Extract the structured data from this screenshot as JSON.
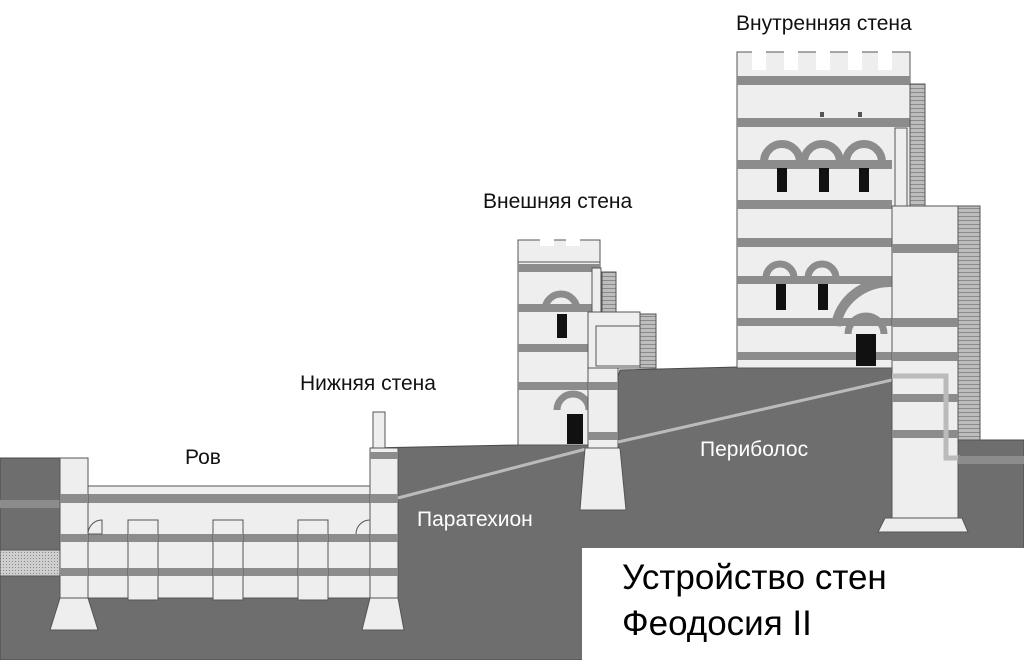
{
  "labels": {
    "inner_wall": "Внутренняя стена",
    "outer_wall": "Внешняя стена",
    "lower_wall": "Нижняя стена",
    "moat": "Ров",
    "peribolos": "Периболос",
    "parateichion": "Паратехион"
  },
  "title": {
    "line1": "Устройство стен",
    "line2": "Феодосия II"
  },
  "colors": {
    "ground": "#6e6e6e",
    "masonry": "#eeeeee",
    "band": "#8c8c8c",
    "outline": "#555555",
    "window": "#111111"
  }
}
